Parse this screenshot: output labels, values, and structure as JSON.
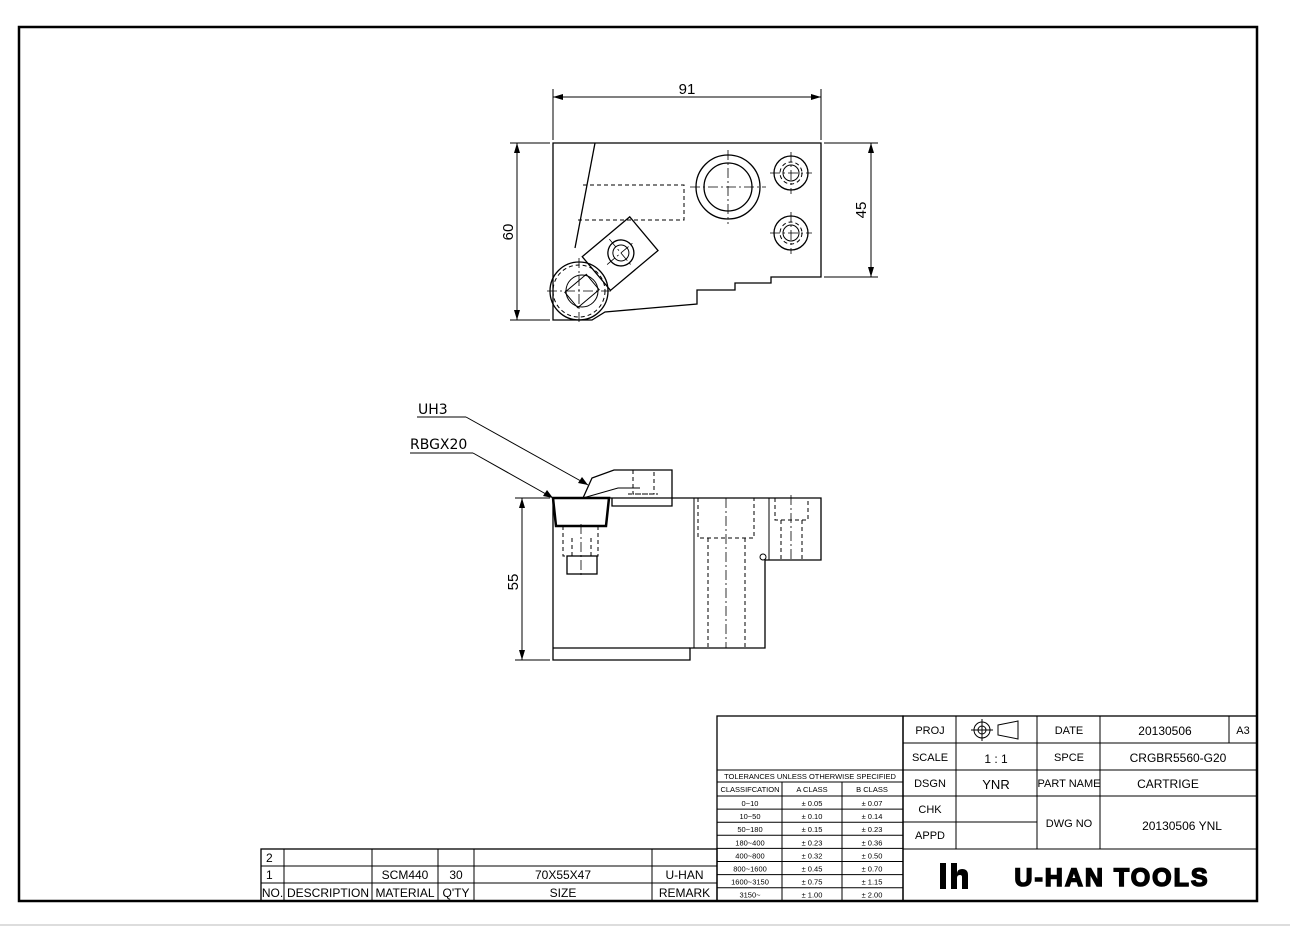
{
  "top_view": {
    "dim_width": "91",
    "dim_height": "60",
    "dim_right": "45"
  },
  "front_view": {
    "dim_height": "55",
    "leader_1": "UH3",
    "leader_2": "RBGX20"
  },
  "tolerance_table": {
    "title": "TOLERANCES UNLESS OTHERWISE SPECIFIED",
    "headers": [
      "CLASSIFCATION",
      "A CLASS",
      "B CLASS"
    ],
    "rows": [
      [
        "0~10",
        "± 0.05",
        "± 0.07"
      ],
      [
        "10~50",
        "± 0.10",
        "± 0.14"
      ],
      [
        "50~180",
        "± 0.15",
        "± 0.23"
      ],
      [
        "180~400",
        "± 0.23",
        "± 0.36"
      ],
      [
        "400~800",
        "± 0.32",
        "± 0.50"
      ],
      [
        "800~1600",
        "± 0.45",
        "± 0.70"
      ],
      [
        "1600~3150",
        "± 0.75",
        "± 1.15"
      ],
      [
        "3150~",
        "± 1.00",
        "± 2.00"
      ]
    ]
  },
  "title_block": {
    "proj_label": "PROJ",
    "scale_label": "SCALE",
    "scale_value": "1 : 1",
    "dsgn_label": "DSGN",
    "dsgn_value": "YNR",
    "chk_label": "CHK",
    "appd_label": "APPD",
    "date_label": "DATE",
    "date_value": "20130506",
    "sheet_size": "A3",
    "spce_label": "SPCE",
    "spce_value": "CRGBR5560-G20",
    "part_name_label": "PART NAME",
    "part_name_value": "CARTRIGE",
    "dwg_no_label": "DWG NO",
    "dwg_no_value": "20130506 YNL",
    "company": "U-HAN TOOLS"
  },
  "bom": {
    "headers": [
      "NO.",
      "DESCRIPTION",
      "MATERIAL",
      "Q'TY",
      "SIZE",
      "REMARK"
    ],
    "rows": [
      [
        "2",
        "",
        "",
        "",
        "",
        ""
      ],
      [
        "1",
        "",
        "SCM440",
        "30",
        "70X55X47",
        "U-HAN"
      ]
    ]
  }
}
